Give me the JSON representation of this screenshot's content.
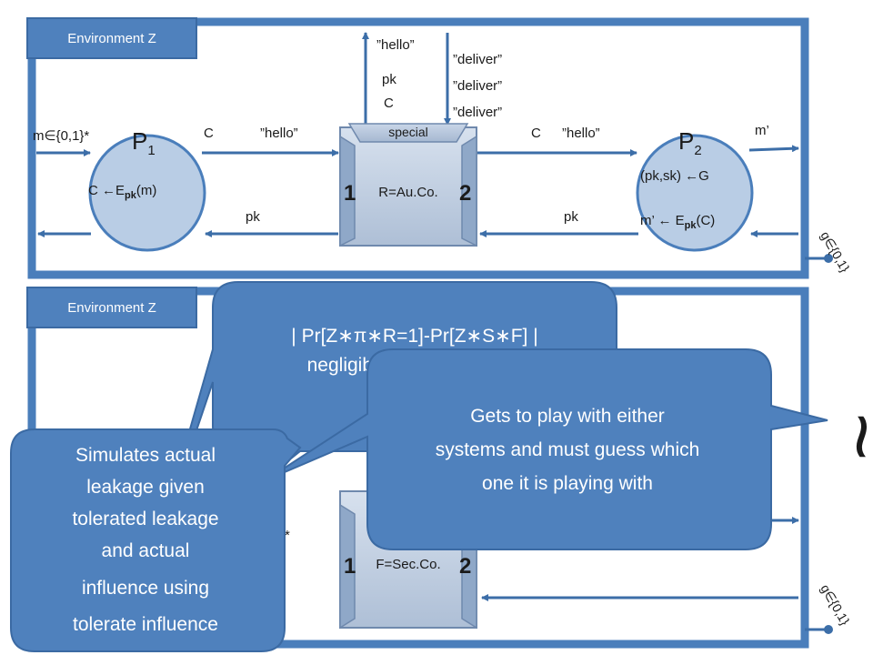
{
  "top_panel": {
    "env_label": "Environment Z",
    "p1": {
      "name": "P",
      "sub": "1",
      "formula_c": "C ",
      "formula_arrow": "←",
      "formula_e": "E",
      "formula_pk": "pk",
      "formula_m": "(m)"
    },
    "p2": {
      "name": "P",
      "sub": "2",
      "keygen": "(pk,sk) ←G",
      "m_prime": "m’ ← E",
      "m_pk": "pk",
      "m_c": "(C)"
    },
    "channel": {
      "label": "R=Au.Co.",
      "tab": "special",
      "port_left": "1",
      "port_right": "2"
    },
    "labels": {
      "m_input": "m∈{0,1}*",
      "c_left": "C",
      "hello_left": "”hello”",
      "pk_left": "pk",
      "c_right": "C",
      "hello_right": "”hello”",
      "pk_right": "pk",
      "m_output": "m’",
      "leak_hello": "”hello”",
      "leak_pk": "pk",
      "leak_c": "C",
      "deliver_1": "”deliver”",
      "deliver_2": "”deliver”",
      "deliver_3": "”deliver”"
    },
    "guess": "g∈{0,1}"
  },
  "bottom_panel": {
    "env_label": "Environment Z",
    "channel": {
      "label": "F=Sec.Co.",
      "port_left": "1",
      "port_right": "2"
    },
    "partial_label": "}*",
    "guess": "g∈{0,1}"
  },
  "approx_symbol": "≈",
  "callouts": {
    "formula": {
      "line1": "| Pr[Z∗π∗R=1]-Pr[Z∗S∗F] |",
      "line2": "negligible"
    },
    "env": {
      "lines": [
        "Gets to play with either",
        "systems and must guess which",
        "one it is playing with"
      ]
    },
    "sim": {
      "lines": [
        "Simulates actual",
        "leakage given",
        "tolerated leakage",
        "and actual",
        "influence using",
        "tolerate influence"
      ]
    }
  },
  "colors": {
    "panel_border": "#4a7ebb",
    "panel_fill": "#ffffff",
    "party_fill": "#b9cde5",
    "channel_fill": "#c6d4e6",
    "callout_fill": "#4f81bd",
    "label_fill": "#4f81bd",
    "arrow": "#4a7ebb"
  }
}
